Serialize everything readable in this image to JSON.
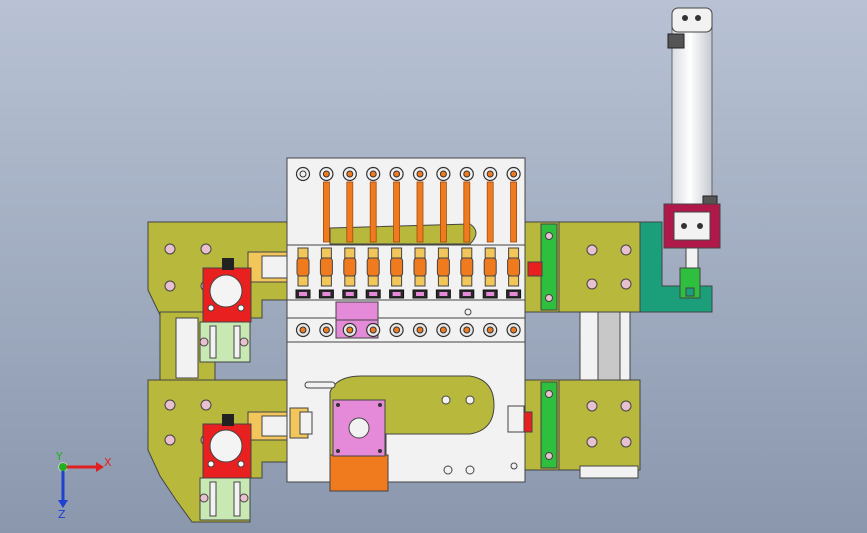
{
  "viewport": {
    "background_top": "#b8c2d4",
    "background_bottom": "#8a97ad"
  },
  "colors": {
    "plate": "#b8b83c",
    "plate_dark": "#8a8a22",
    "metal": "#f2f2f2",
    "metal_edge": "#444444",
    "orange": "#f07a1e",
    "red": "#e82020",
    "pink": "#e58ad8",
    "teal": "#1a9f7a",
    "green": "#2fbf3f",
    "crimson": "#b0184a",
    "gold": "#f2c65a",
    "pale_green": "#c8e8b4",
    "gray": "#c8c8c8"
  },
  "triad": {
    "x_label": "X",
    "y_label": "Y",
    "z_label": "Z",
    "x_color": "#e02020",
    "y_color": "#20b020",
    "z_color": "#2040d0"
  },
  "icons": {
    "triad": "xyz-axis-triad-icon"
  }
}
